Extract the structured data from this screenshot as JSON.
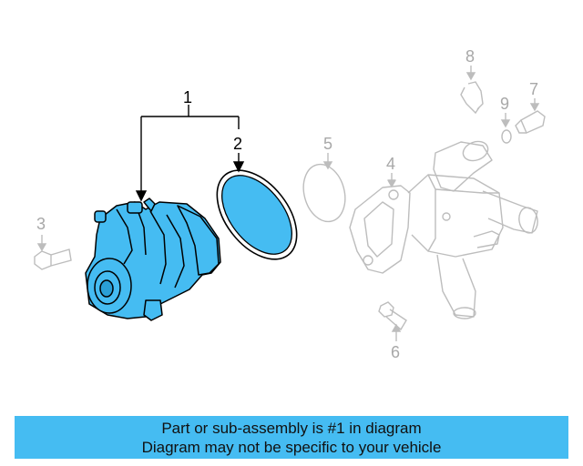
{
  "colors": {
    "highlight_fill": "#45bcf2",
    "highlight_stroke": "#000000",
    "ghost_stroke": "#bdbdbd",
    "banner_bg": "#45bcf2"
  },
  "callouts": {
    "n1": "1",
    "n2": "2",
    "n3": "3",
    "n4": "4",
    "n5": "5",
    "n6": "6",
    "n7": "7",
    "n8": "8",
    "n9": "9"
  },
  "highlighted_parts": [
    "1",
    "2"
  ],
  "banner": {
    "line1": "Part or sub-assembly is #1 in diagram",
    "line2": "Diagram may not be specific to your vehicle"
  }
}
